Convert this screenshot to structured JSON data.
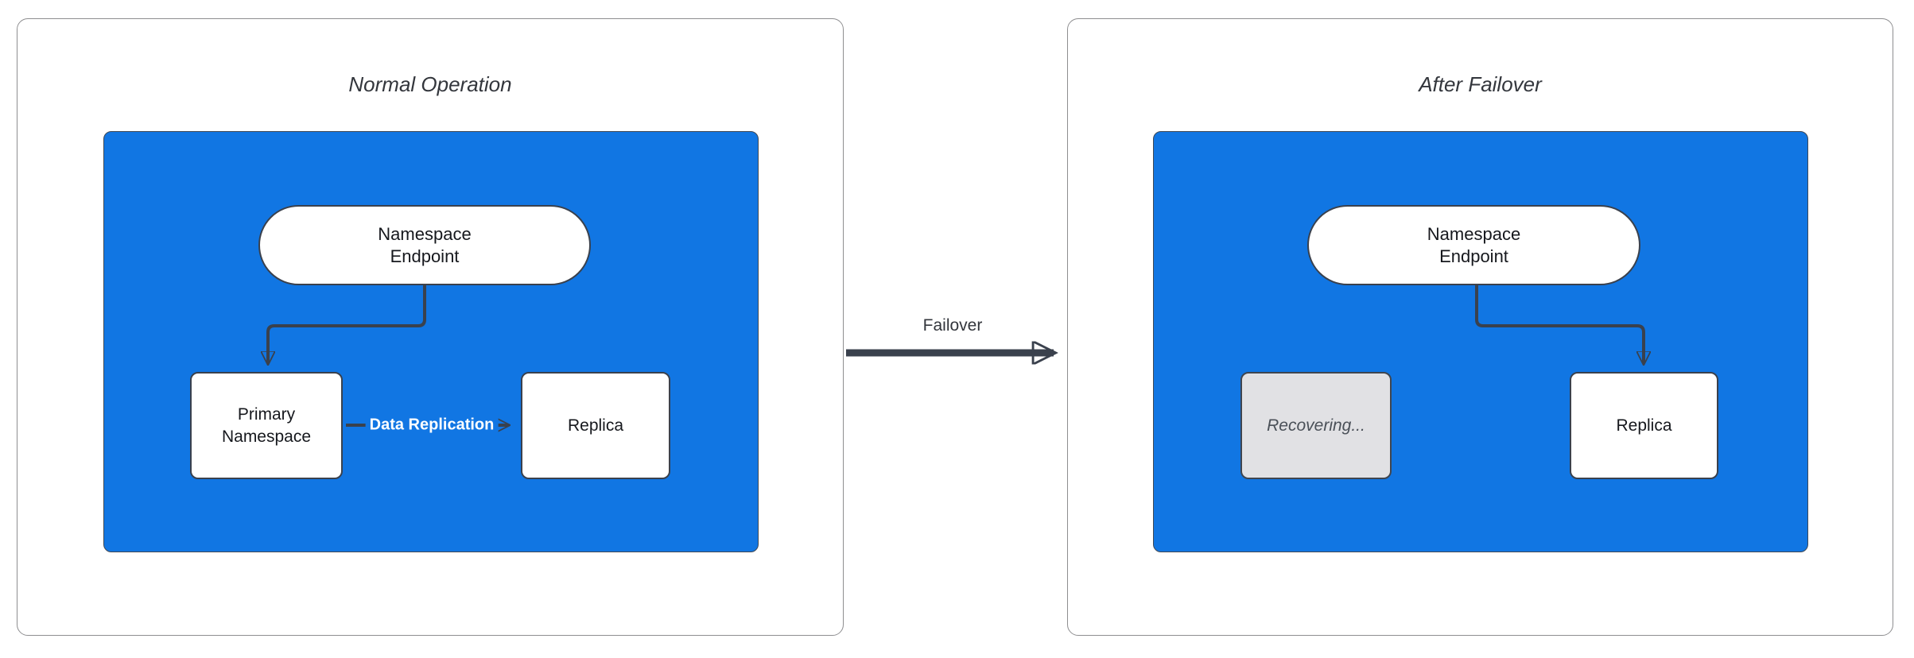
{
  "left_panel": {
    "title": "Normal Operation",
    "nodes": {
      "endpoint": "Namespace Endpoint",
      "primary": "Primary Namespace",
      "replica": "Replica"
    },
    "edge_label": "Data Replication"
  },
  "transition": {
    "label": "Failover"
  },
  "right_panel": {
    "title": "After Failover",
    "nodes": {
      "endpoint": "Namespace Endpoint",
      "recovering": "Recovering...",
      "replica": "Replica"
    }
  },
  "colors": {
    "canvas_bg": "#ffffff",
    "panel_border": "#8e8e90",
    "container_blue": "#1176e3",
    "container_edge": "#3f4854",
    "stroke_dark": "#3a414d",
    "node_border": "#3a414d",
    "node_text": "#16181d",
    "title_text": "#33363c",
    "edge_label_text": "#ffffff",
    "recovering_fill": "#e1e1e4",
    "recovering_border": "#3f454f",
    "recovering_text": "#4a5058"
  }
}
